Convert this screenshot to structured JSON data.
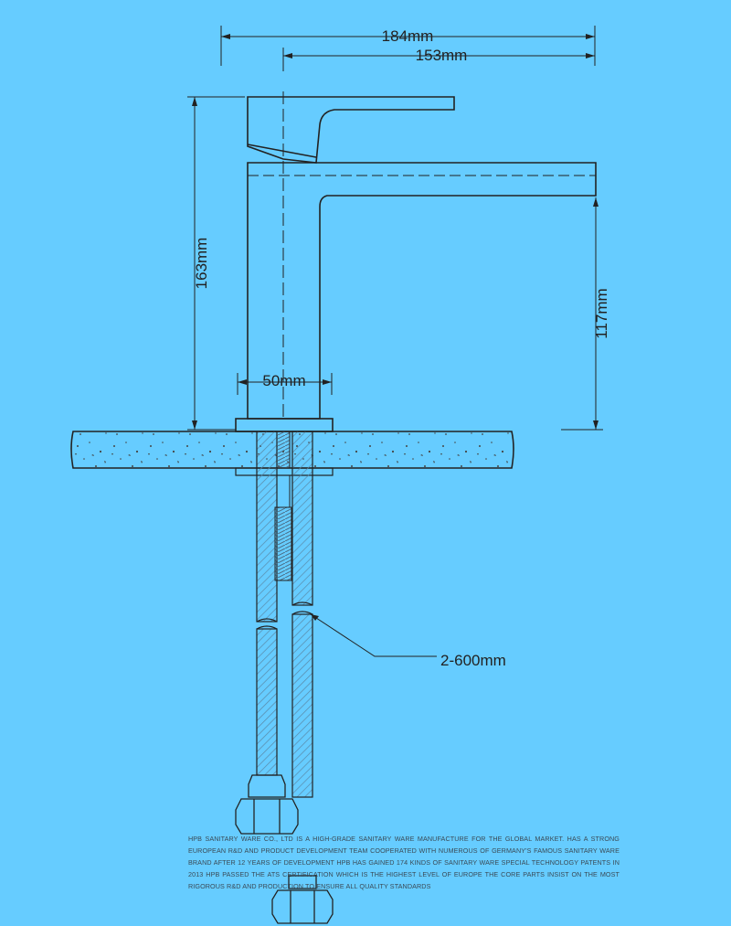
{
  "colors": {
    "background": "#66ccff",
    "line": "#222222",
    "hatch": "#5a8aa8"
  },
  "dimensions": {
    "overall_length": "184mm",
    "spout_reach": "153mm",
    "total_height": "163mm",
    "spout_height": "117mm",
    "base_diameter": "50mm",
    "hose_length": "2-600mm"
  },
  "footer_text": "HPB SANITARY WARE CO., LTD IS A HIGH-GRADE SANITARY WARE MANUFACTURE FOR THE GLOBAL MARKET. HAS A STRONG EUROPEAN R&D AND PRODUCT DEVELOPMENT TEAM COOPERATED WITH NUMEROUS OF GERMANY'S FAMOUS SANITARY WARE BRAND AFTER 12 YEARS OF DEVELOPMENT HPB HAS GAINED 174 KINDS OF SANITARY WARE SPECIAL TECHNOLOGY PATENTS IN 2013 HPB PASSED THE ATS CERTIFICATION WHICH IS THE HIGHEST LEVEL OF EUROPE THE CORE PARTS INSIST ON THE MOST RIGOROUS R&D AND PRODUCTION TO ENSURE ALL QUALITY STANDARDS"
}
